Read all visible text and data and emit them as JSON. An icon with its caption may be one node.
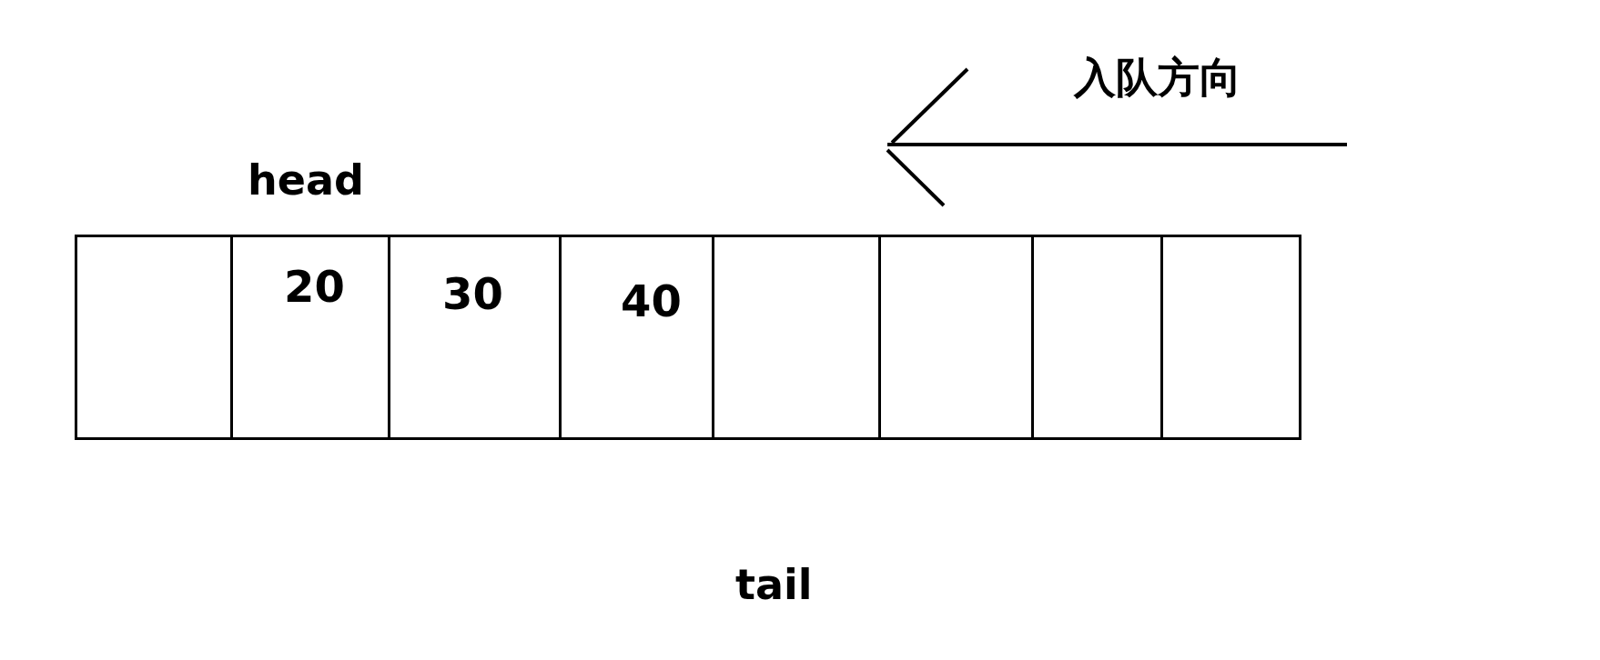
{
  "diagram": {
    "nodes": [
      {
        "text": [],
        "shape": "box"
      },
      {
        "text": [
          "20"
        ]
      },
      {
        "text": [
          "30"
        ]
      },
      {
        "text": [
          "40"
        ]
      },
      {
        "text": [],
        "shape": "box"
      },
      {
        "text": [],
        "shape": "box"
      },
      {
        "text": [],
        "shape": "box"
      },
      {
        "text": [],
        "shape": "box"
      }
    ],
    "edges": [],
    "labels": [
      "入队方向",
      "head",
      "tail"
    ]
  }
}
